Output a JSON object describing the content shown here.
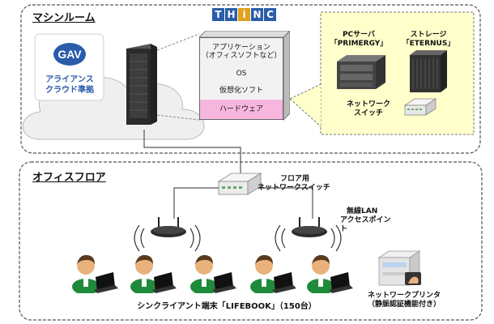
{
  "machine_room": {
    "title": "マシンルーム",
    "cloud_logo": "GAV",
    "cloud_caption_line1": "アライアンス",
    "cloud_caption_line2": "クラウド準拠",
    "thinc_letters": [
      "T",
      "H",
      "i",
      "N",
      "C"
    ],
    "stack_layers": [
      {
        "line1": "アプリケーション",
        "line2": "（オフィスソフトなど）"
      },
      {
        "line1": "OS",
        "line2": ""
      },
      {
        "line1": "仮想化ソフト",
        "line2": ""
      },
      {
        "line1": "ハードウェア",
        "line2": ""
      }
    ],
    "pc_server_line1": "PCサーバ",
    "pc_server_line2": "「PRIMERGY」",
    "storage_line1": "ストレージ",
    "storage_line2": "「ETERNUS」",
    "network_switch_line1": "ネットワーク",
    "network_switch_line2": "スイッチ"
  },
  "office_floor": {
    "title": "オフィスフロア",
    "floor_switch_line1": "フロア用",
    "floor_switch_line2": "ネットワークスイッチ",
    "wlan_line1": "無線LAN",
    "wlan_line2": "アクセスポイント",
    "clients_caption": "シンクライアント端末「LIFEBOOK」（150台）",
    "printer_line1": "ネットワークプリンタ",
    "printer_line2": "（静脈認証機能付き）"
  },
  "colors": {
    "stack_pink": "#f7b6de",
    "stack_gray": "#f2f2f2",
    "callout_yellow": "#ffffcc",
    "thinc_blue": "#2a5caa"
  }
}
